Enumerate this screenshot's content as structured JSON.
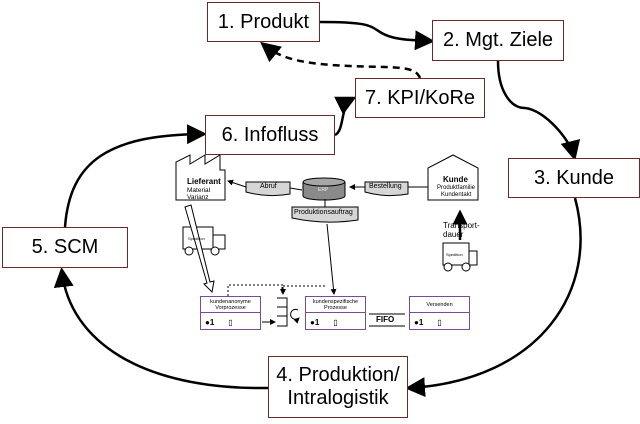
{
  "cycle": {
    "step1": "1. Produkt",
    "step2": "2. Mgt. Ziele",
    "step3": "3. Kunde",
    "step4_line1": "4. Produktion/",
    "step4_line2": "Intralogistik",
    "step5": "5. SCM",
    "step6": "6. Infofluss",
    "step7": "7. KPI/KoRe"
  },
  "value_stream": {
    "supplier": {
      "title": "Lieferant",
      "line1": "Material",
      "line2": "Varianz"
    },
    "customer": {
      "title": "Kunde",
      "line1": "Produktfamilie",
      "line2": "Kundentakt"
    },
    "erp": "ERP",
    "call_off": "Abruf",
    "order": "Bestellung",
    "production_order": "Produktionsauftrag",
    "transport_line1": "Transport-",
    "transport_line2": "dauer",
    "truck_label": "Spedition",
    "processes": [
      {
        "line1": "kundenanonyme",
        "line2": "Vorprozesse",
        "operators": "1"
      },
      {
        "line1": "kundenspezifische",
        "line2": "Prozesse",
        "operators": "1"
      },
      {
        "line1": "Versenden",
        "line2": "",
        "operators": "1"
      }
    ],
    "fifo": "FIFO"
  }
}
